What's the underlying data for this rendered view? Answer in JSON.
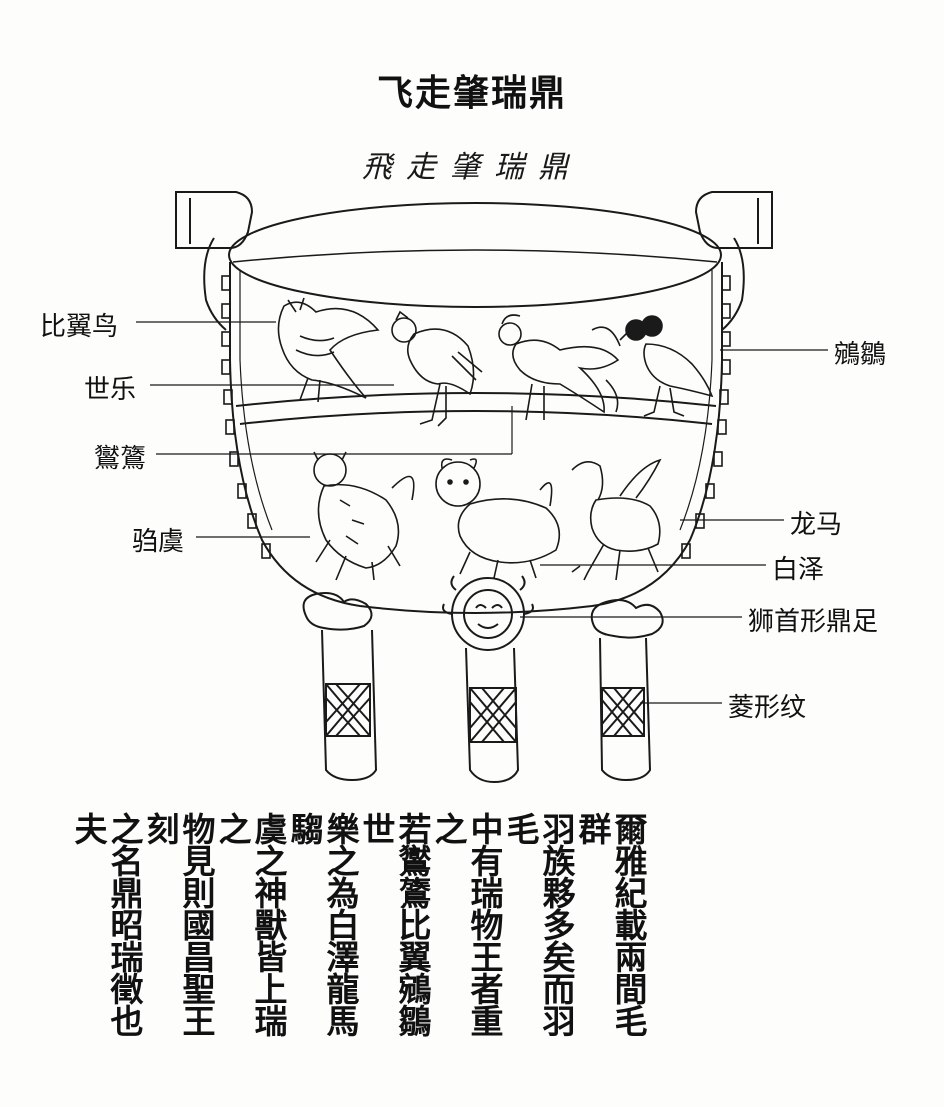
{
  "title": "飞走肇瑞鼎",
  "seal_script": "飛走肇瑞鼎",
  "labels": {
    "biyiniao": "比翼鸟",
    "shile": "世乐",
    "yuanchu": "鵷鶵",
    "luanzhuo": "鸑鷟",
    "zouyu": "驺虞",
    "longma": "龙马",
    "baize": "白泽",
    "lion_foot": "狮首形鼎足",
    "diamond_pattern": "菱形纹"
  },
  "inscription_columns": [
    "爾雅紀載兩間毛群",
    "羽族夥多矣而羽毛",
    "中有瑞物王者重之",
    "若鸑鷟比翼鵷鶵世",
    "樂之為白澤龍馬騶",
    "虞之神獸皆上瑞之",
    "物見則國昌聖王刻",
    "之名鼎昭瑞徵也夫"
  ]
}
